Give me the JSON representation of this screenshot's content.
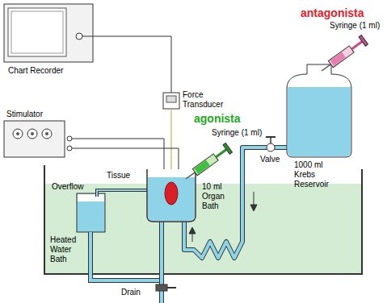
{
  "diagram": {
    "labels": [
      "antagonista",
      "Chart Recorder",
      "Syringe (1 ml)",
      "Force Transducer",
      "agonista",
      "Stimulator",
      "Syringe (1 ml)",
      "Valve",
      "1000 ml Krebs Reservoir",
      "Tissue",
      "10 ml Organ Bath",
      "Overflow",
      "Heated Water Bath",
      "Drain"
    ]
  }
}
